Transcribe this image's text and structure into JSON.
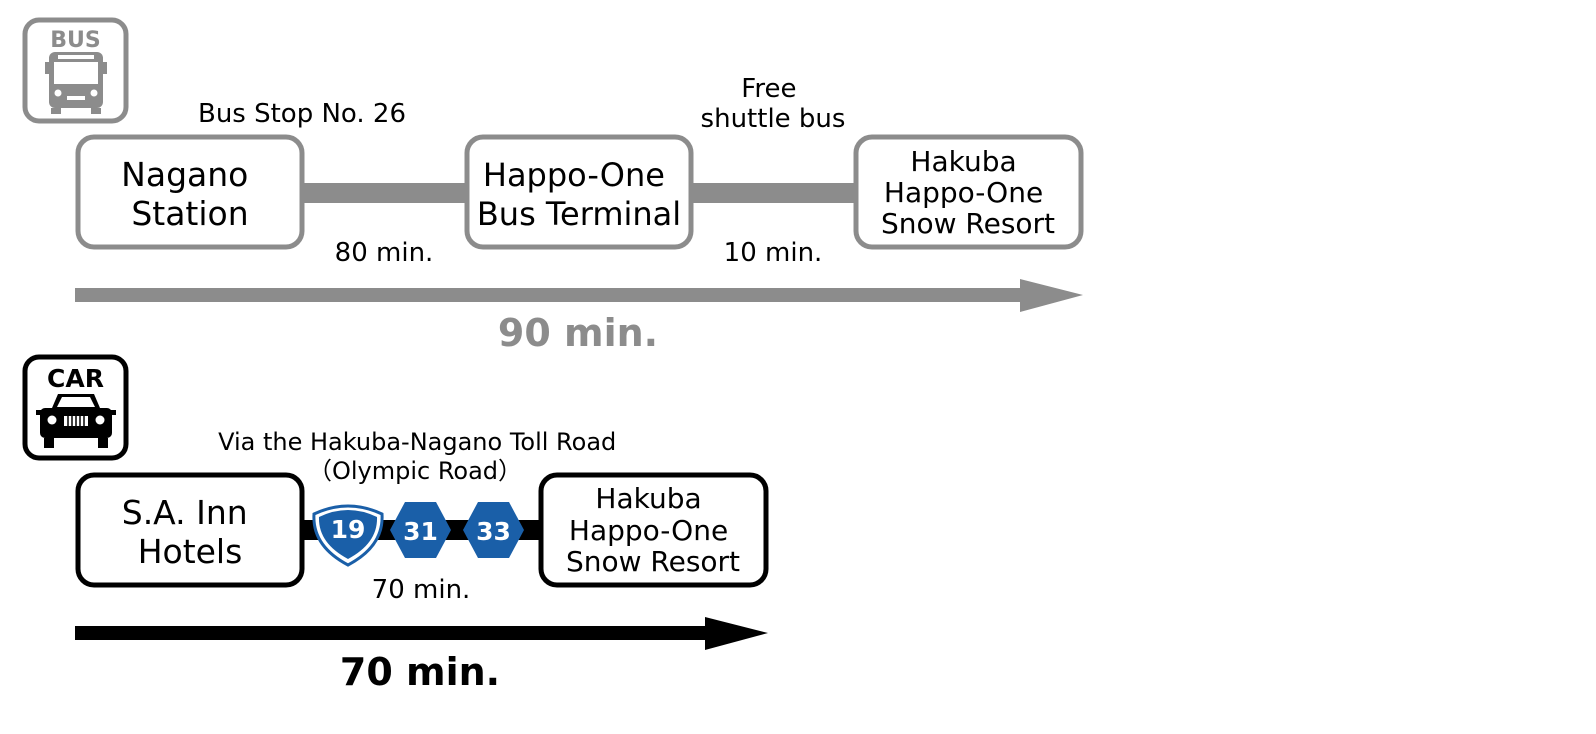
{
  "colors": {
    "bus": "#8c8c8c",
    "car": "#000000",
    "route_sign": "#1a5fa8",
    "background": "#ffffff"
  },
  "bus": {
    "icon": {
      "name": "bus-icon",
      "label": "BUS"
    },
    "stop_note": "Bus Stop No. 26",
    "shuttle_note": [
      "Free",
      "shuttle bus"
    ],
    "nodes": [
      {
        "lines": [
          "Nagano",
          "Station"
        ]
      },
      {
        "lines": [
          "Happo-One",
          "Bus Terminal"
        ]
      },
      {
        "lines": [
          "Hakuba",
          "Happo-One",
          "Snow Resort"
        ]
      }
    ],
    "segments": [
      "80 min.",
      "10 min."
    ],
    "total": "90 min."
  },
  "car": {
    "icon": {
      "name": "car-icon",
      "label": "CAR"
    },
    "via_note": [
      "Via the Hakuba-Nagano Toll Road",
      "（Olympic Road）"
    ],
    "nodes": [
      {
        "lines": [
          "S.A. Inn",
          "Hotels"
        ]
      },
      {
        "lines": [
          "Hakuba",
          "Happo-One",
          "Snow Resort"
        ]
      }
    ],
    "routes": [
      "19",
      "31",
      "33"
    ],
    "segment": "70 min.",
    "total": "70 min."
  }
}
